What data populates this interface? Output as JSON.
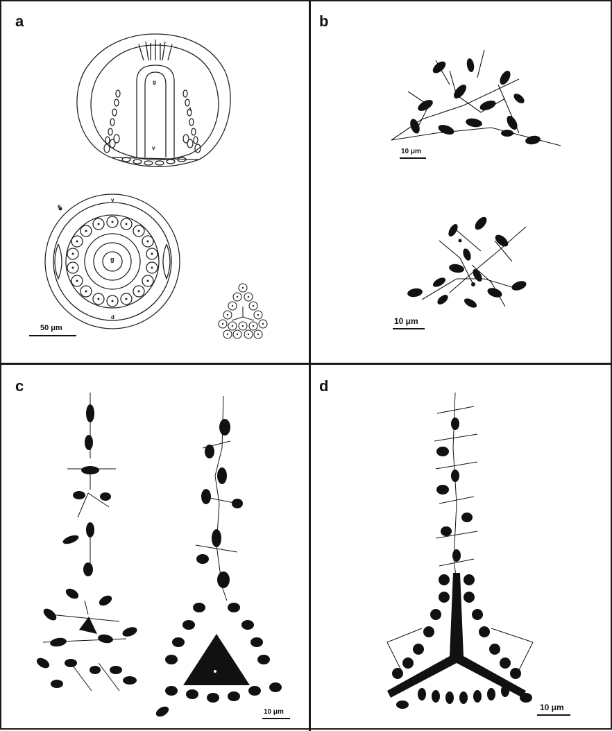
{
  "panels": {
    "a": {
      "label": "a",
      "scale": "50 μm",
      "marks": {
        "g": "g",
        "v": "v",
        "l": "l",
        "d": "d",
        "e": "e"
      }
    },
    "b": {
      "label": "b",
      "scale_top": "10 μm",
      "scale_bottom": "10 μm"
    },
    "c": {
      "label": "c",
      "scale": "10 μm"
    },
    "d": {
      "label": "d",
      "scale": "10 μm"
    }
  }
}
